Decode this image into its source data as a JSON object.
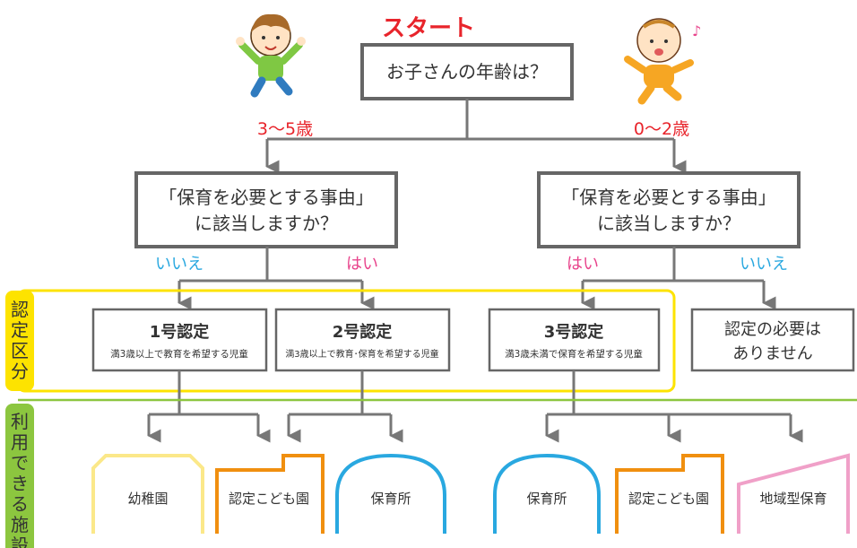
{
  "start_label": "スタート",
  "question_age": "お子さんの年齢は？",
  "age_left": "3〜5歳",
  "age_right": "0〜2歳",
  "reason_question_line1": "「保育を必要とする事由」",
  "reason_question_line2": "に該当しますか？",
  "answer_no": "いいえ",
  "answer_yes": "はい",
  "section_certification": [
    "認",
    "定",
    "区",
    "分"
  ],
  "section_facilities": [
    "利",
    "用",
    "で",
    "き",
    "る",
    "施",
    "設"
  ],
  "cert1": {
    "title": "1号認定",
    "sub": "満3歳以上で教育を希望する児童"
  },
  "cert2": {
    "title": "2号認定",
    "sub": "満3歳以上で教育･保育を希望する児童"
  },
  "cert3": {
    "title": "3号認定",
    "sub": "満3歳未満で保育を希望する児童"
  },
  "no_cert_line1": "認定の必要は",
  "no_cert_line2": "ありません",
  "facilities": {
    "kindergarten": "幼稚園",
    "certified_center": "認定こども園",
    "nursery": "保育所",
    "community_care": "地域型保育"
  },
  "colors": {
    "red": "#e8242b",
    "blue": "#29a8e0",
    "pink": "#e8448c",
    "box_border": "#666666",
    "line": "#777777",
    "yellow": "#fde300",
    "green": "#8cc63f",
    "orange": "#f08f0f",
    "light_yellow": "#fbe889",
    "pink_light": "#f0a0c8"
  }
}
